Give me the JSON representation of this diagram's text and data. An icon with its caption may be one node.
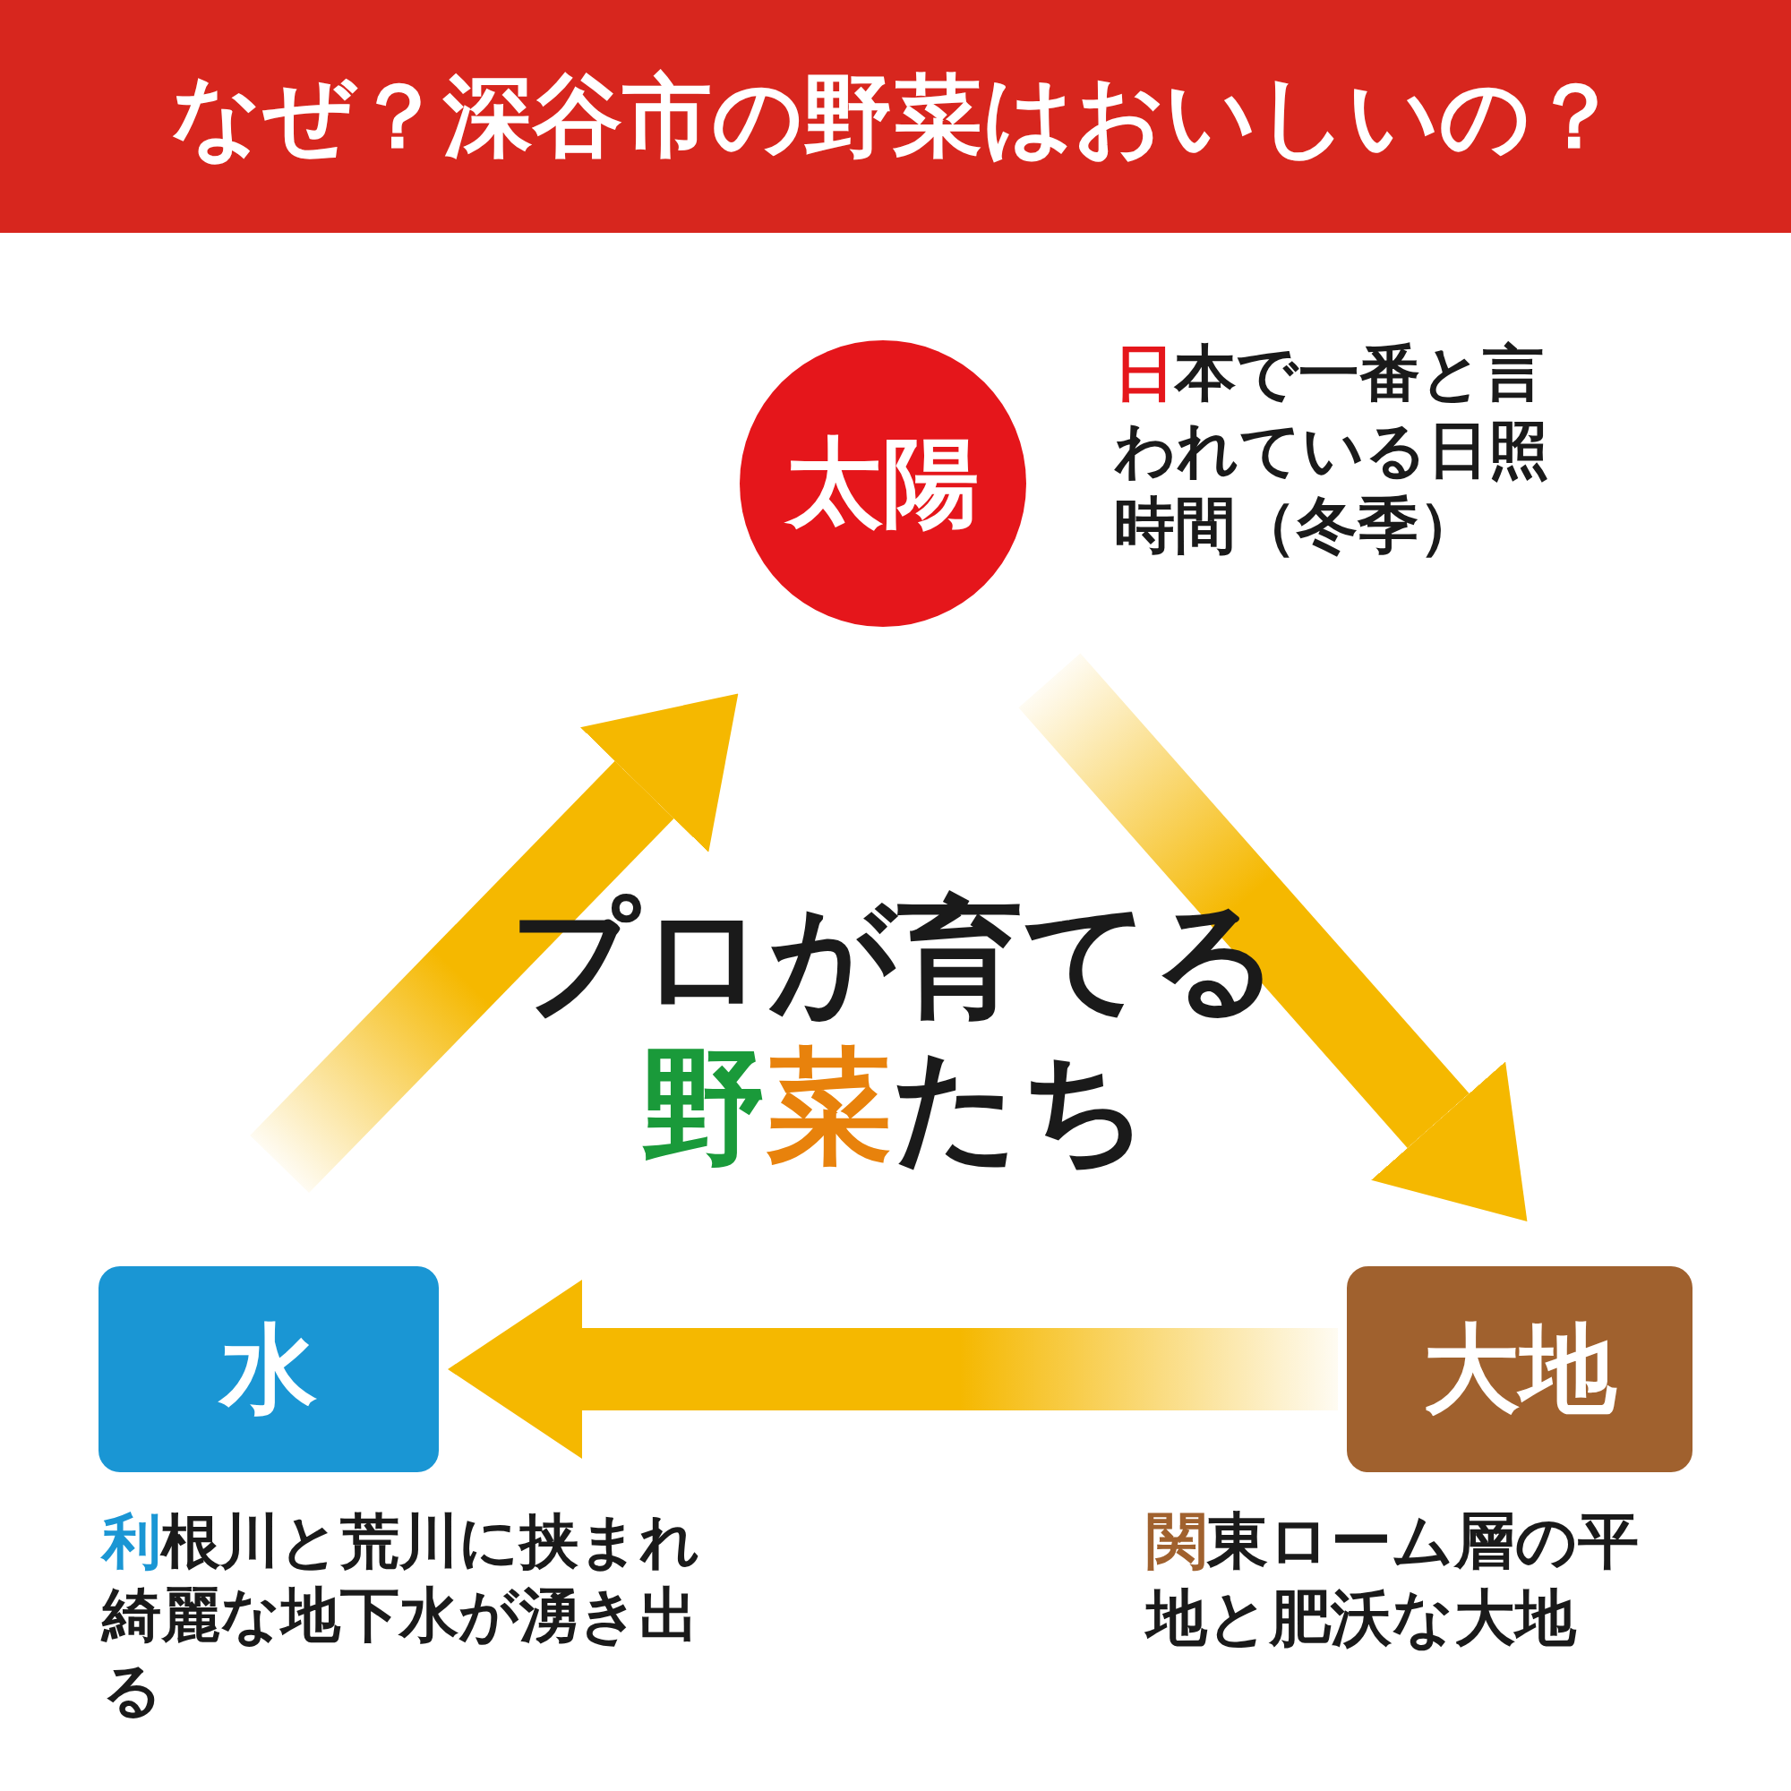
{
  "diagram": {
    "title": "なぜ？深谷市の野菜はおいしいの？",
    "nodes": [
      {
        "text": [
          "太陽"
        ],
        "beside": [
          "日本で一番と言われている日照時間（冬季）"
        ]
      },
      {
        "text": [
          "水"
        ],
        "beside": [
          "利根川と荒川に挟まれ綺麗な地下水が湧き出る"
        ]
      },
      {
        "text": [
          "大地"
        ],
        "beside": [
          "関東ローム層の平地と肥沃な大地"
        ]
      }
    ],
    "edges": [
      {
        "from": 1,
        "to": 0,
        "arrow": "to"
      },
      {
        "from": 0,
        "to": 2,
        "arrow": "to"
      },
      {
        "from": 2,
        "to": 1,
        "arrow": "to"
      }
    ],
    "labels": [
      "プロが育てる",
      "野菜たち"
    ]
  }
}
